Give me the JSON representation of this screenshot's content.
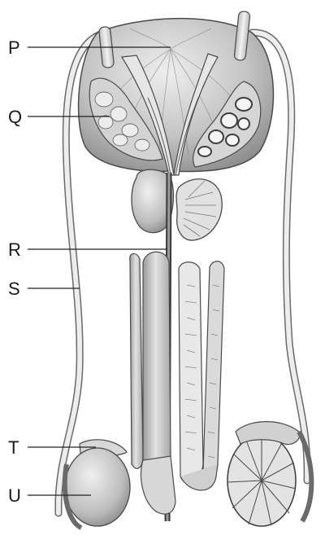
{
  "labels": {
    "p": "P",
    "q": "Q",
    "r": "R",
    "s": "S",
    "t": "T",
    "u": "U"
  },
  "colors": {
    "organ_fill": "#c9c9c9",
    "organ_dark": "#8a8a8a",
    "organ_light": "#e4e4e4",
    "outline": "#4a4a4a",
    "pointer_line": "#222222"
  }
}
